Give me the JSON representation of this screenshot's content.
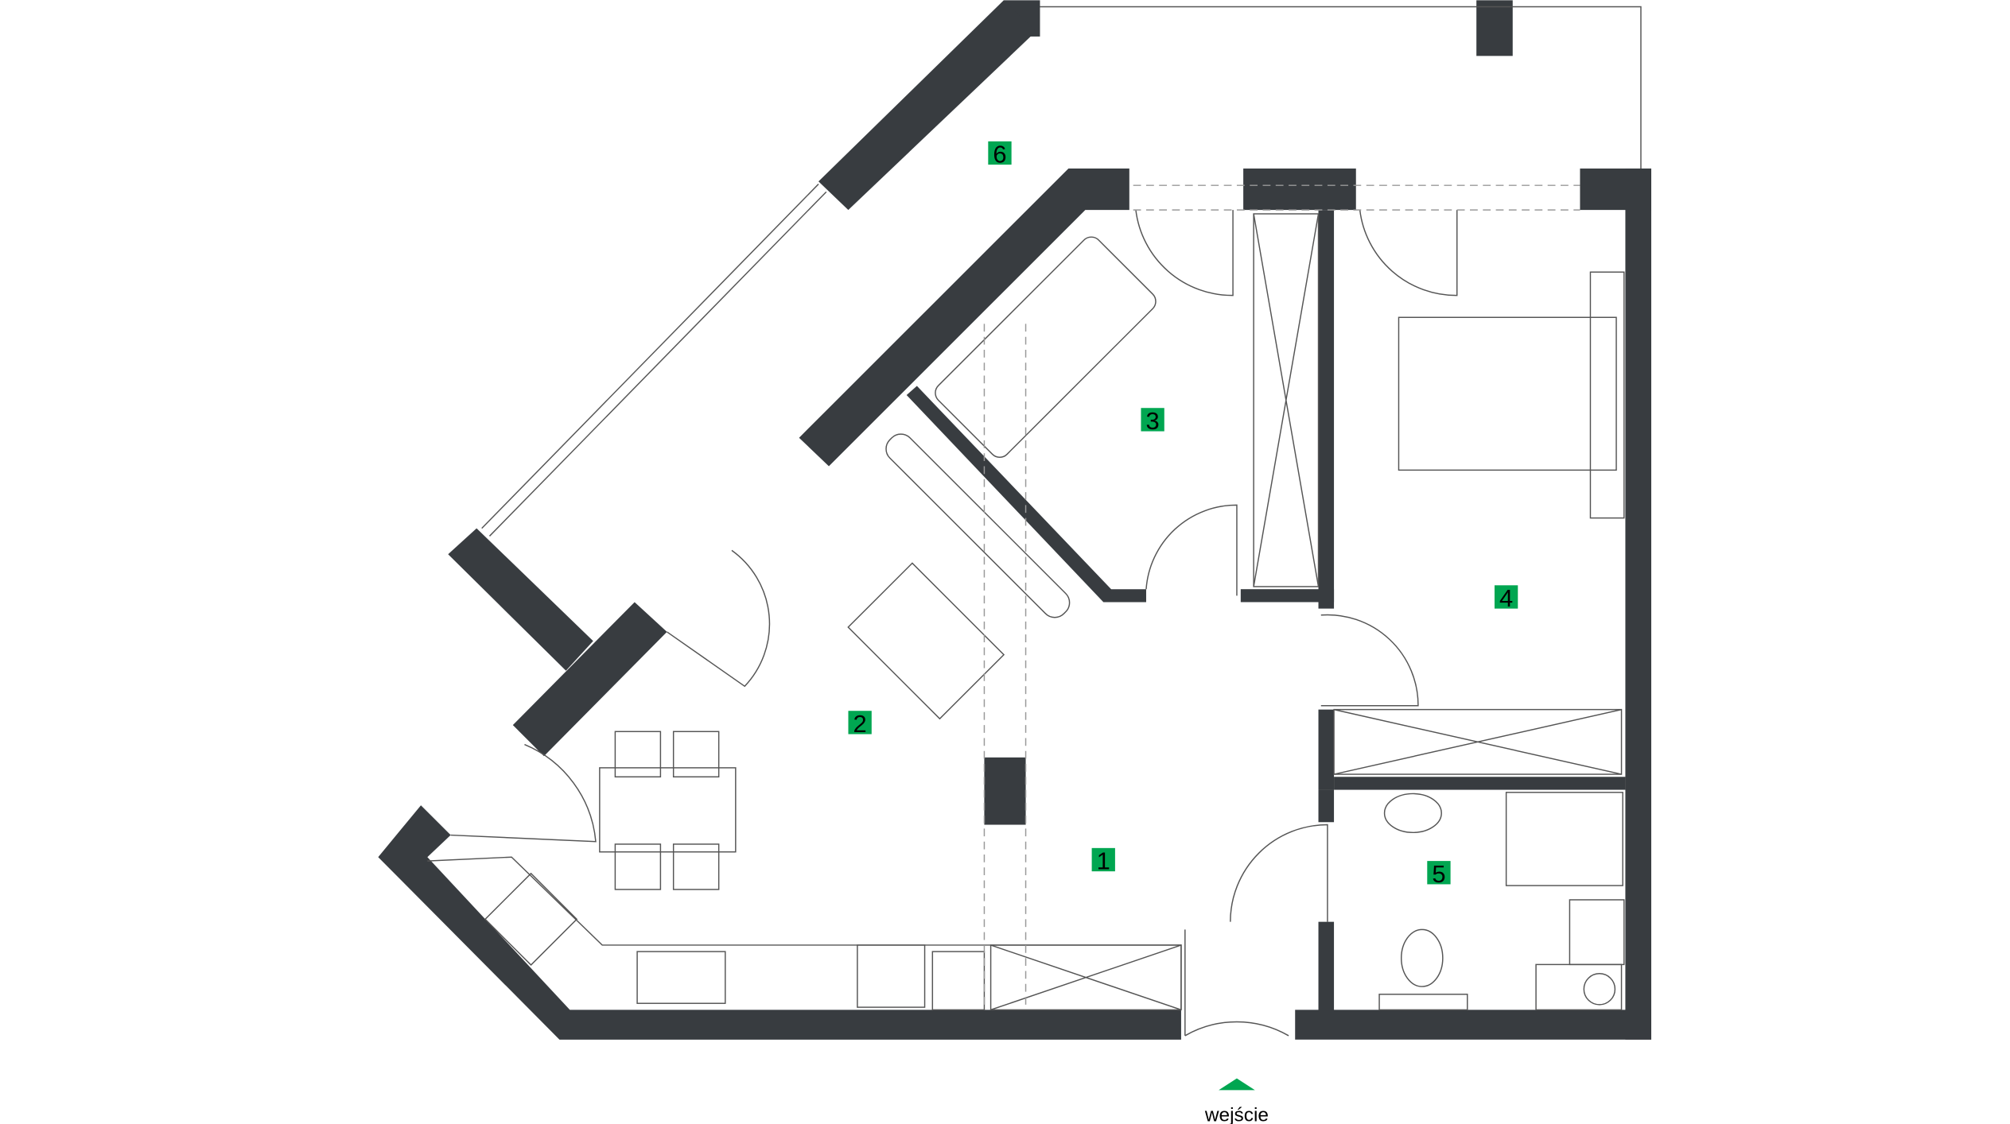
{
  "colors": {
    "wall": "#383c40",
    "label_bg": "#00a651",
    "entrance_marker": "#00a651"
  },
  "rooms": [
    {
      "number": "1"
    },
    {
      "number": "2"
    },
    {
      "number": "3"
    },
    {
      "number": "4"
    },
    {
      "number": "5"
    },
    {
      "number": "6"
    }
  ],
  "entrance": {
    "label": "wejście",
    "icon": "triangle-up-icon"
  }
}
